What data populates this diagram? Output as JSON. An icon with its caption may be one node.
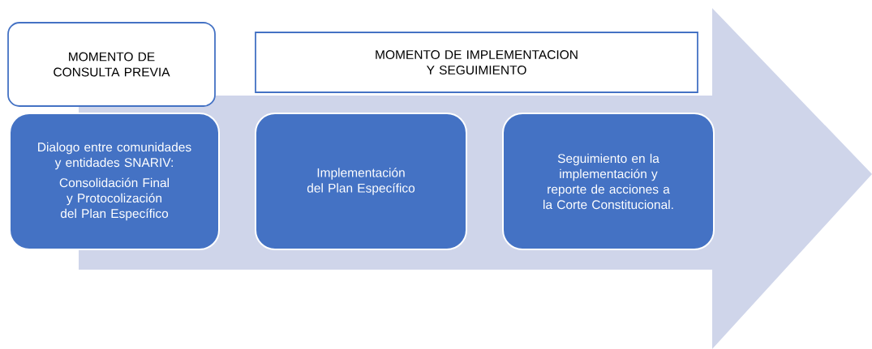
{
  "diagram": {
    "nodes": [
      {
        "text": [
          "MOMENTO DE CONSULTA PREVIA"
        ]
      },
      {
        "text": [
          "MOMENTO DE IMPLEMENTACION Y SEGUIMIENTO"
        ]
      },
      {
        "text": [
          "Dialogo entre comunidades y entidades SNARIV:",
          "Consolidación Final  y Protocolización del Plan Específico"
        ]
      },
      {
        "text": [
          "Implementación del Plan Específico"
        ]
      },
      {
        "text": [
          "Seguimiento en la implementación y reporte de acciones a la Corte Constitucional."
        ]
      }
    ]
  }
}
